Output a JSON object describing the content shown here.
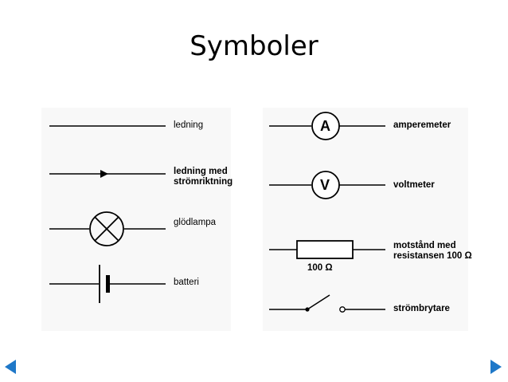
{
  "title": "Symboler",
  "symbols_left": [
    {
      "id": "wire",
      "label": "ledning"
    },
    {
      "id": "wire_direction",
      "label_line1": "ledning med",
      "label_line2": "strömriktning"
    },
    {
      "id": "lamp",
      "label": "glödlampa"
    },
    {
      "id": "battery",
      "label": "batteri"
    }
  ],
  "symbols_right": [
    {
      "id": "ammeter",
      "glyph": "A",
      "label": "amperemeter"
    },
    {
      "id": "voltmeter",
      "glyph": "V",
      "label": "voltmeter"
    },
    {
      "id": "resistor",
      "value_label": "100 Ω",
      "label_line1": "motstånd med",
      "label_line2": "resistansen 100 Ω"
    },
    {
      "id": "switch",
      "label": "strömbrytare"
    }
  ],
  "nav": {
    "prev_icon": "triangle-left-icon",
    "next_icon": "triangle-right-icon",
    "color": "#1f78c8"
  }
}
